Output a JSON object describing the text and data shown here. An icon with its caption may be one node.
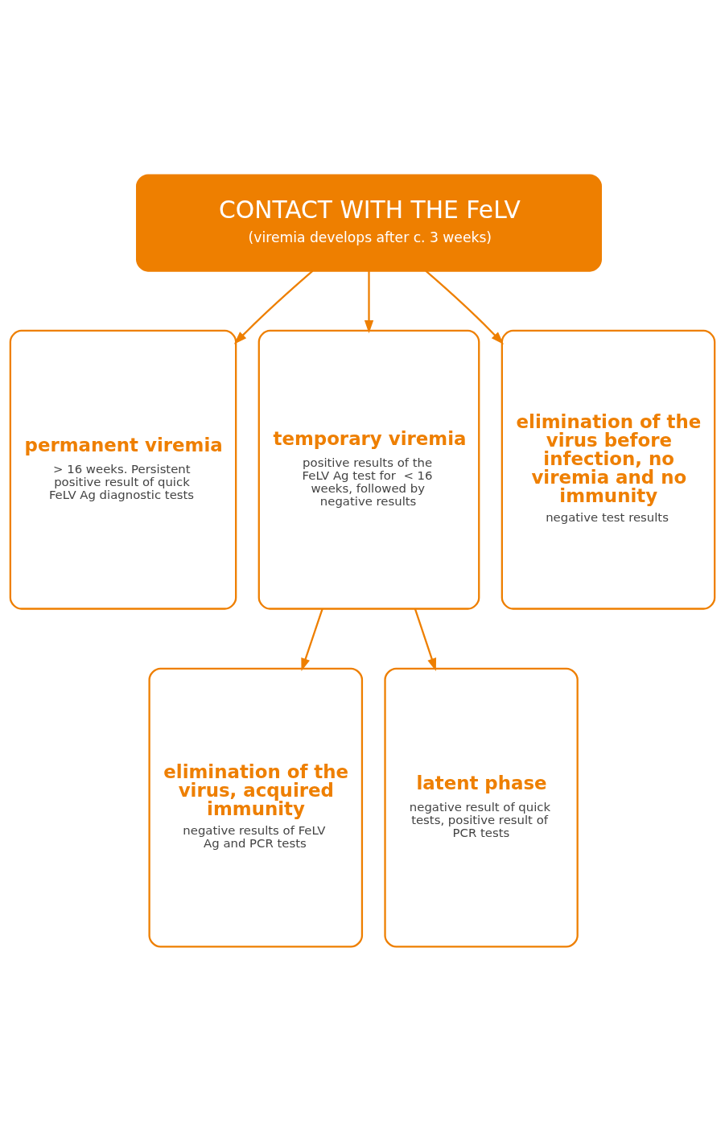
{
  "diagram": {
    "nodes": [
      {
        "text": [
          "CONTACT WITH THE FeLV",
          "(viremia develops after c. 3 weeks)"
        ]
      },
      {
        "text": [
          "permanent viremia",
          "> 16 weeks. Persistent positive result of quick FeLV Ag diagnostic tests"
        ]
      },
      {
        "text": [
          "temporary viremia",
          "positive results of the FeLV Ag test for  < 16 weeks, followed by negative results"
        ]
      },
      {
        "text": [
          "elimination of the virus before infection, no viremia and no immunity",
          "negative test results"
        ]
      },
      {
        "text": [
          "elimination of the virus, acquired immunity",
          "negative results of FeLV Ag and PCR tests"
        ]
      },
      {
        "text": [
          "latent phase",
          "negative result of quick tests, positive result of PCR tests"
        ]
      }
    ],
    "edges": [
      {
        "from": 0,
        "to": 1,
        "arrow": "to"
      },
      {
        "from": 0,
        "to": 2,
        "arrow": "to"
      },
      {
        "from": 0,
        "to": 3,
        "arrow": "to"
      },
      {
        "from": 2,
        "to": 4,
        "arrow": "to"
      },
      {
        "from": 2,
        "to": 5,
        "arrow": "to"
      }
    ]
  }
}
